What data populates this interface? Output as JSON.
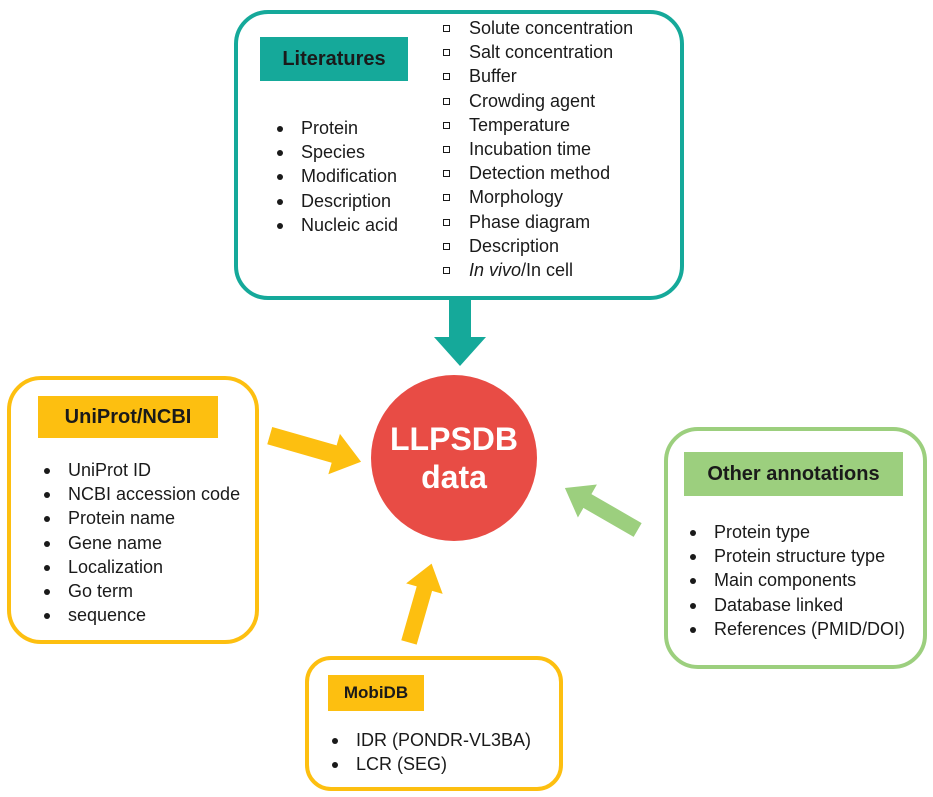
{
  "center": {
    "line1": "LLPSDB",
    "line2": "data"
  },
  "literatures": {
    "title": "Literatures",
    "left_items": [
      "Protein",
      "Species",
      "Modification",
      "Description",
      "Nucleic acid"
    ],
    "right_items": [
      "Solute concentration",
      "Salt concentration",
      "Buffer",
      "Crowding agent",
      "Temperature",
      "Incubation time",
      "Detection method",
      "Morphology",
      "Phase diagram",
      "Description"
    ],
    "last_item_italic": "In vivo",
    "last_item_rest": "/In cell"
  },
  "uniprot": {
    "title": "UniProt/NCBI",
    "items": [
      "UniProt ID",
      "NCBI accession code",
      "Protein name",
      "Gene name",
      "Localization",
      "Go term",
      "sequence"
    ]
  },
  "other": {
    "title": "Other annotations",
    "items": [
      "Protein type",
      "Protein structure type",
      "Main components",
      "Database linked",
      "References (PMID/DOI)"
    ]
  },
  "mobidb": {
    "title": "MobiDB",
    "items": [
      "IDR (PONDR-VL3BA)",
      "LCR (SEG)"
    ]
  },
  "colors": {
    "teal": "#15a99a",
    "gold": "#fdbf10",
    "green": "#9ccf7e",
    "red": "#e84c45"
  }
}
